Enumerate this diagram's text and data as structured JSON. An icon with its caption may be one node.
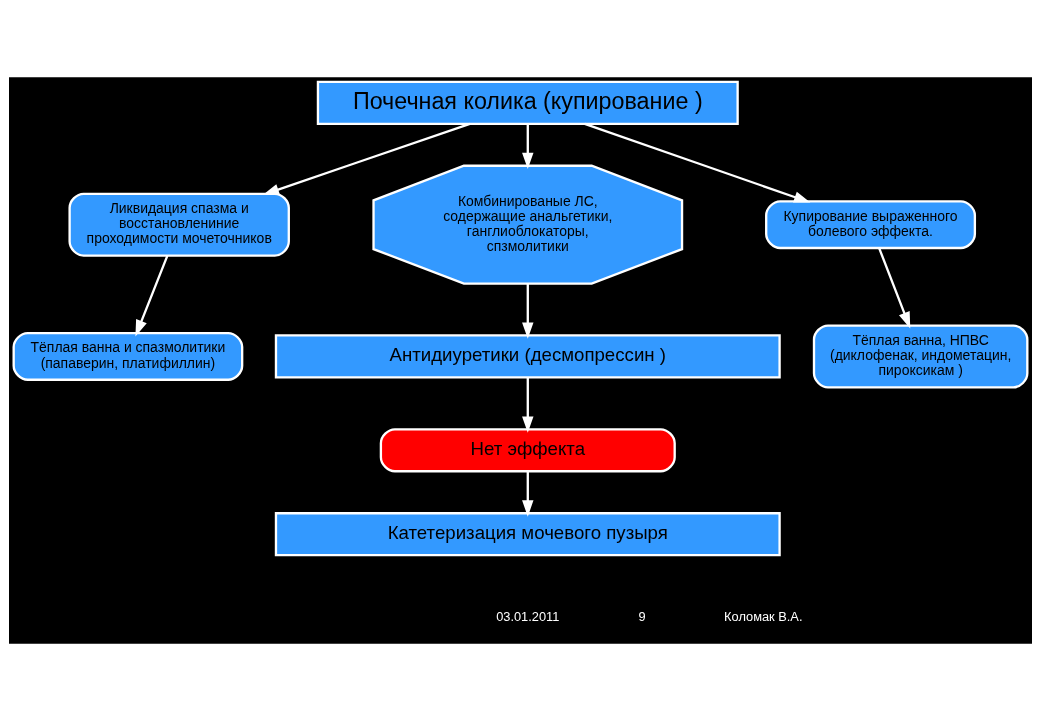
{
  "diagram": {
    "nodes": [
      {
        "text": [
          "Почечная колика (купирование )"
        ]
      },
      {
        "text": [
          "Ликвидация спазма и восстановлениние проходимости мочеточников"
        ]
      },
      {
        "text": [
          "Комбинированые ЛС, содержащие анальгетики, ганглиоблокаторы, спзмолитики"
        ]
      },
      {
        "text": [
          "Купирование выраженного болевого эффекта."
        ]
      },
      {
        "text": [
          "Тёплая ванна и спазмолитики (папаверин, платифиллин)"
        ]
      },
      {
        "text": [
          "Тёплая ванна, НПВС (диклофенак, индометацин, пироксикам )"
        ]
      },
      {
        "text": [
          "Антидиуретики (десмопрессин )"
        ]
      },
      {
        "text": [
          "Нет эффекта"
        ]
      },
      {
        "text": [
          "Катетеризация мочевого пузыря"
        ]
      }
    ],
    "edges": [
      {
        "from": 0,
        "to": 1,
        "arrow": "to"
      },
      {
        "from": 0,
        "to": 2,
        "arrow": "to"
      },
      {
        "from": 0,
        "to": 3,
        "arrow": "to"
      },
      {
        "from": 1,
        "to": 4,
        "arrow": "to"
      },
      {
        "from": 3,
        "to": 5,
        "arrow": "to"
      },
      {
        "from": 2,
        "to": 6,
        "arrow": "to"
      },
      {
        "from": 6,
        "to": 7,
        "arrow": "to"
      },
      {
        "from": 7,
        "to": 8,
        "arrow": "to"
      }
    ],
    "labels": [
      "03.01.2011",
      "9",
      "Коломак В.А."
    ]
  }
}
